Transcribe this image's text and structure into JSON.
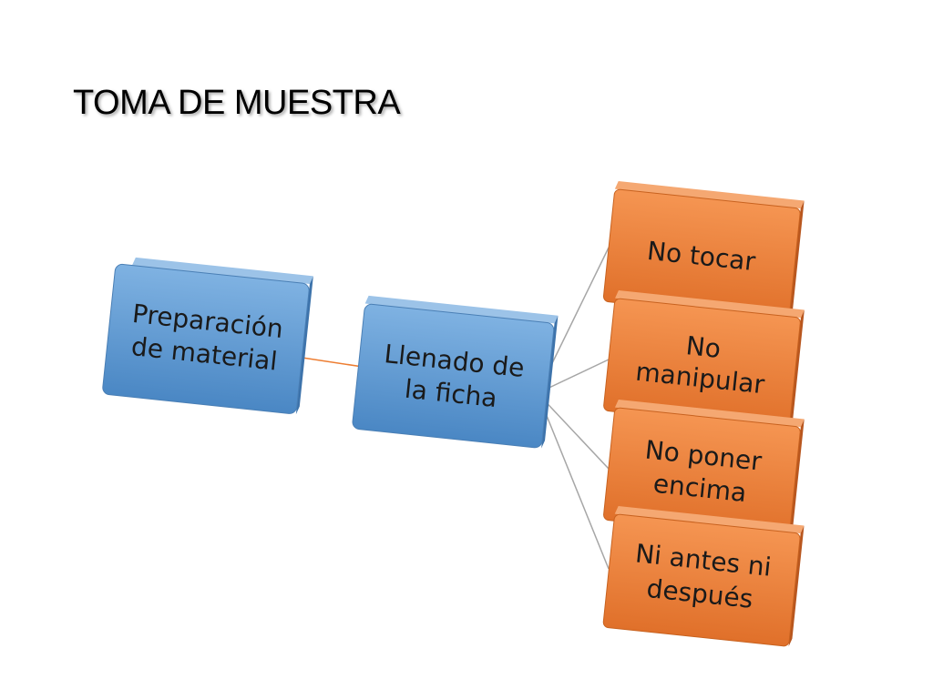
{
  "slide": {
    "title": "TOMA DE MUESTRA"
  },
  "diagram": {
    "root": {
      "line1": "Preparación",
      "line2": "de material",
      "color": "#5b9bd5"
    },
    "middle": {
      "line1": "Llenado de",
      "line2": "la ficha",
      "color": "#5b9bd5"
    },
    "leaves": [
      {
        "line1": "No tocar",
        "line2": "",
        "color": "#ed7d31"
      },
      {
        "line1": "No",
        "line2": "manipular",
        "color": "#ed7d31"
      },
      {
        "line1": "No poner",
        "line2": "encima",
        "color": "#ed7d31"
      },
      {
        "line1": "Ni antes ni",
        "line2": "después",
        "color": "#ed7d31"
      }
    ],
    "connector_colors": {
      "root_to_middle": "#ed7d31",
      "middle_to_leaves": "#a6a6a6"
    }
  }
}
